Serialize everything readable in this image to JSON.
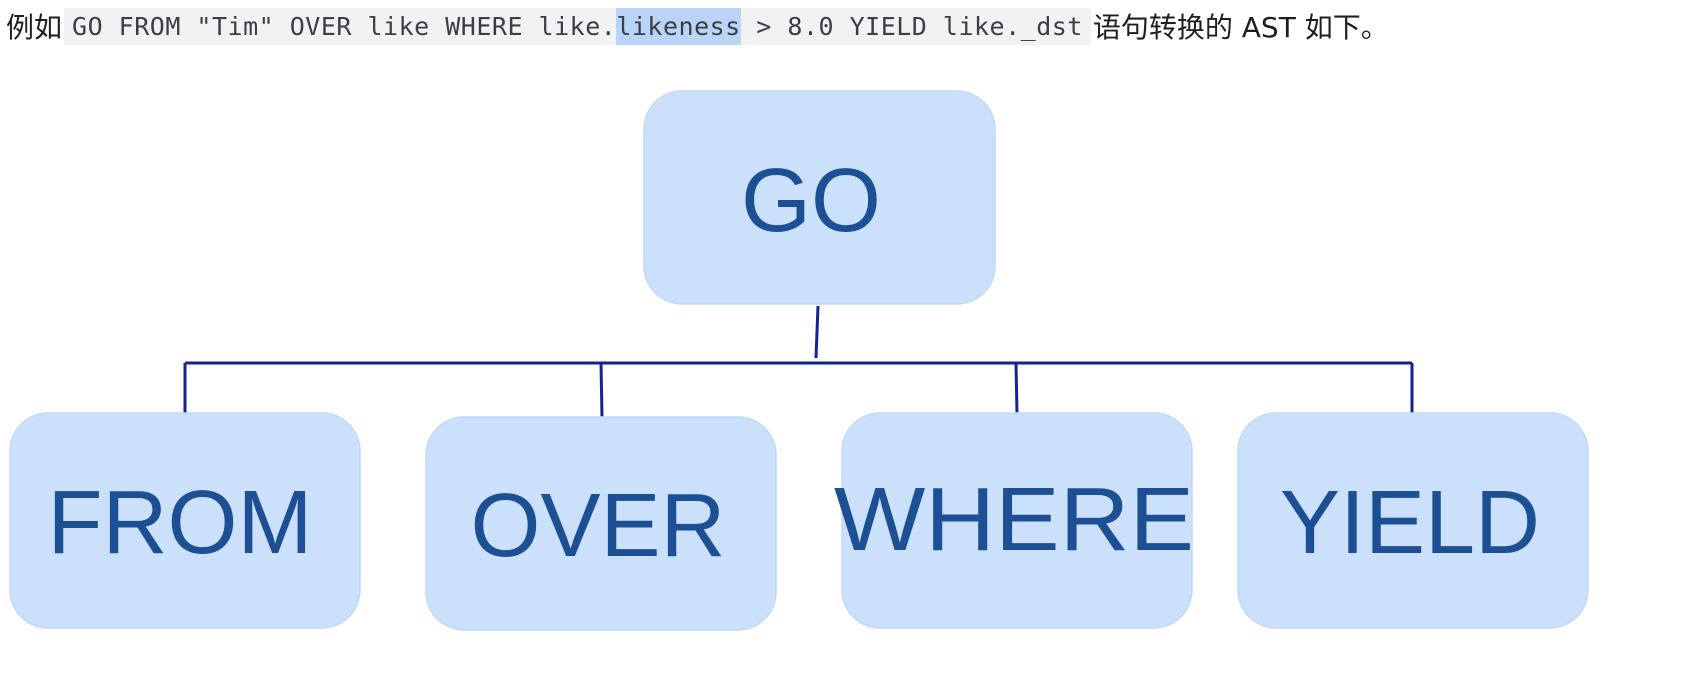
{
  "intro": {
    "prefix": "例如",
    "code_before": "GO FROM \"Tim\" OVER like WHERE like.",
    "code_highlight": "likeness",
    "code_after": " > 8.0 YIELD like._dst",
    "suffix": "语句转换的 AST 如下。"
  },
  "ast": {
    "root": "GO",
    "children": [
      "FROM",
      "OVER",
      "WHERE",
      "YIELD"
    ]
  },
  "colors": {
    "node_fill": "#cbe0fa",
    "node_text": "#1d4f95",
    "connector": "#15238f",
    "code_background": "#f1f2f4",
    "selection_highlight": "#b9d4f7"
  }
}
